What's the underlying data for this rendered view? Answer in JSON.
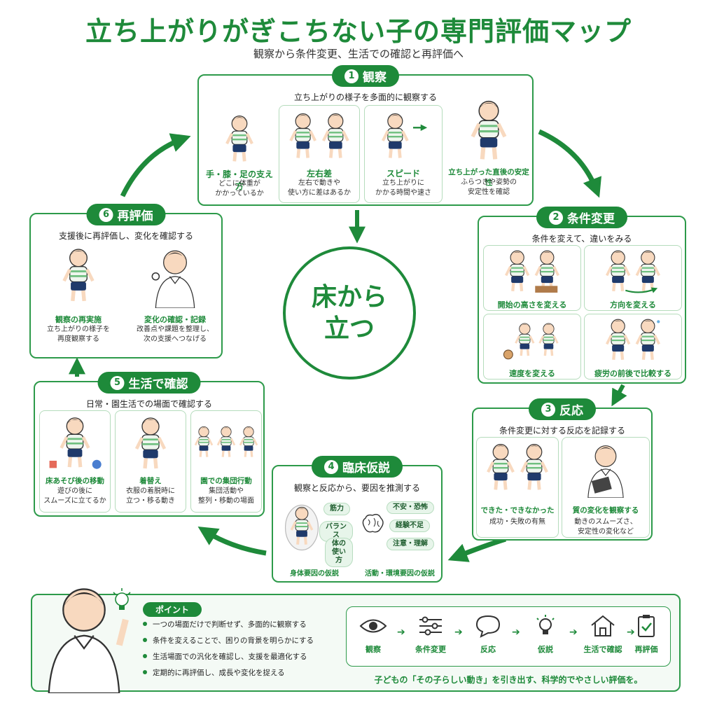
{
  "title": "立ち上がりがぎこちない子の専門評価マップ",
  "subtitle": "観察から条件変更、生活での確認と再評価へ",
  "center": "床から\n立つ",
  "step1": {
    "num": "1",
    "title": "観察",
    "sub": "立ち上がりの様子を多面的に観察する",
    "cards": [
      {
        "label": "手・膝・足の支え方",
        "desc": "どこに体重が\nかかっているか"
      },
      {
        "label": "左右差",
        "desc": "左右で動きや\n使い方に差はあるか"
      },
      {
        "label": "スピード",
        "desc": "立ち上がりに\nかかる時間や速さ"
      },
      {
        "label": "立ち上がった直後の安定性",
        "desc": "ふらつきや姿勢の\n安定性を確認"
      }
    ]
  },
  "step2": {
    "num": "2",
    "title": "条件変更",
    "sub": "条件を変えて、違いをみる",
    "cards": [
      {
        "label": "開始の高さを変える"
      },
      {
        "label": "方向を変える"
      },
      {
        "label": "速度を変える"
      },
      {
        "label": "疲労の前後で比較する"
      }
    ]
  },
  "step3": {
    "num": "3",
    "title": "反応",
    "sub": "条件変更に対する反応を記録する",
    "cards": [
      {
        "label": "できた・できなかった",
        "desc": "成功・失敗の有無"
      },
      {
        "label": "質の変化を観察する",
        "desc": "動きのスムーズさ、\n安定性の変化など"
      }
    ]
  },
  "step4": {
    "num": "4",
    "title": "臨床仮説",
    "sub": "観察と反応から、要因を推測する",
    "left_label": "身体要因の仮説",
    "right_label": "活動・環境要因の仮説",
    "body_tags": [
      "筋力",
      "バランス",
      "体の\n使い方"
    ],
    "env_tags": [
      "不安・恐怖",
      "経験不足",
      "注意・理解"
    ]
  },
  "step5": {
    "num": "5",
    "title": "生活で確認",
    "sub": "日常・園生活での場面で確認する",
    "cards": [
      {
        "label": "床あそび後の移動",
        "desc": "遊びの後に\nスムーズに立てるか"
      },
      {
        "label": "着替え",
        "desc": "衣服の着脱時に\n立つ・移る動き"
      },
      {
        "label": "園での集団行動",
        "desc": "集団活動や\n整列・移動の場面"
      }
    ]
  },
  "step6": {
    "num": "6",
    "title": "再評価",
    "sub": "支援後に再評価し、変化を確認する",
    "cards": [
      {
        "label": "観察の再実施",
        "desc": "立ち上がりの様子を\n再度観察する"
      },
      {
        "label": "変化の確認・記録",
        "desc": "改善点や課題を整理し、\n次の支援へつなげる"
      }
    ]
  },
  "points": {
    "badge": "ポイント",
    "items": [
      "一つの場面だけで判断せず、多面的に観察する",
      "条件を変えることで、困りの背景を明らかにする",
      "生活場面での汎化を確認し、支援を最適化する",
      "定期的に再評価し、成長や変化を捉える"
    ],
    "flow": [
      {
        "label": "観察",
        "icon": "eye-icon"
      },
      {
        "label": "条件変更",
        "icon": "sliders-icon"
      },
      {
        "label": "反応",
        "icon": "speech-bubble-icon"
      },
      {
        "label": "仮説",
        "icon": "lightbulb-icon"
      },
      {
        "label": "生活で確認",
        "icon": "house-icon"
      },
      {
        "label": "再評価",
        "icon": "clipboard-check-icon"
      }
    ],
    "slogan": "子どもの「その子らしい動き」を引き出す、科学的でやさしい評価を。"
  },
  "colors": {
    "accent": "#1e8a3a",
    "light": "#e7f5ea",
    "border": "#b5dcbc"
  }
}
